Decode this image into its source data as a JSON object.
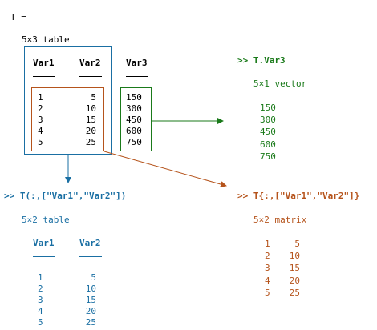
{
  "main": {
    "assign": "T =",
    "size_label": "5×3 table",
    "headers": [
      "Var1",
      "Var2",
      "Var3"
    ],
    "col1": [
      "1",
      "2",
      "3",
      "4",
      "5"
    ],
    "col2": [
      "5",
      "10",
      "15",
      "20",
      "25"
    ],
    "col3": [
      "150",
      "300",
      "450",
      "600",
      "750"
    ]
  },
  "dot_access": {
    "prompt": ">> T.Var3",
    "size_label": "5×1 vector",
    "values": [
      "150",
      "300",
      "450",
      "600",
      "750"
    ]
  },
  "paren_index": {
    "prompt": ">> T(:,[\"Var1\",\"Var2\"])",
    "size_label": "5×2 table",
    "headers": [
      "Var1",
      "Var2"
    ],
    "col1": [
      "1",
      "2",
      "3",
      "4",
      "5"
    ],
    "col2": [
      "5",
      "10",
      "15",
      "20",
      "25"
    ]
  },
  "brace_index": {
    "prompt": ">> T{:,[\"Var1\",\"Var2\"]}",
    "size_label": "5×2 matrix",
    "col1": [
      "1",
      "2",
      "3",
      "4",
      "5"
    ],
    "col2": [
      "5",
      "10",
      "15",
      "20",
      "25"
    ]
  },
  "colors": {
    "green": "#1a7a1a",
    "orange": "#b5531b",
    "blue": "#1a6fa3"
  }
}
